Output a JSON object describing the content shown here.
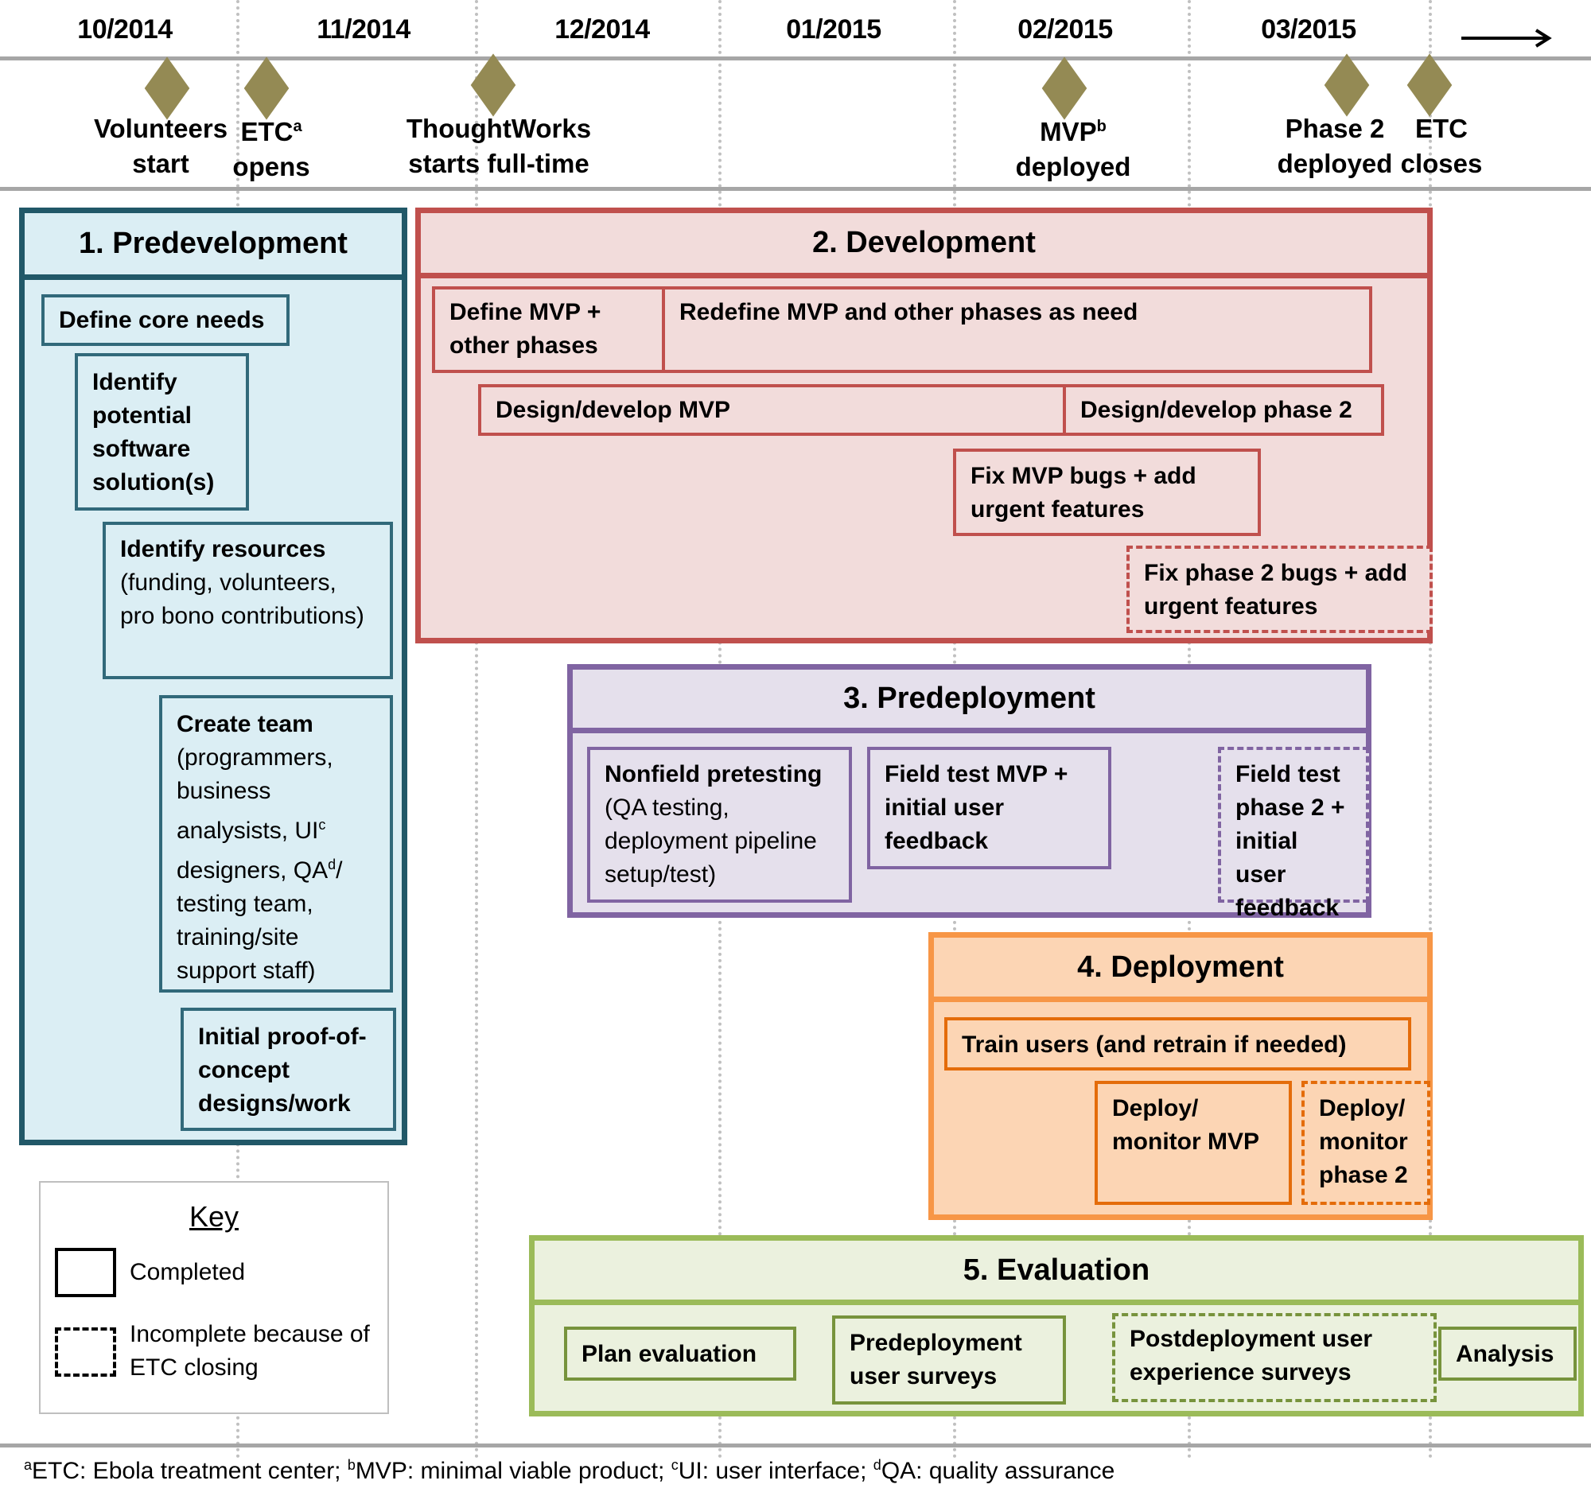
{
  "timeline": {
    "months": [
      "10/2014",
      "11/2014",
      "12/2014",
      "01/2015",
      "02/2015",
      "03/2015"
    ],
    "direction_icon": "right-arrow-icon",
    "milestones": [
      {
        "line1": "Volunteers",
        "line2": "start",
        "sup": ""
      },
      {
        "line1": "ETC",
        "line2": "opens",
        "sup": "a"
      },
      {
        "line1": "ThoughtWorks",
        "line2": "starts full-time",
        "sup": ""
      },
      {
        "line1": "MVP",
        "line2": "deployed",
        "sup": "b"
      },
      {
        "line1": "Phase 2",
        "line2": "deployed",
        "sup": ""
      },
      {
        "line1": "ETC",
        "line2": "closes",
        "sup": ""
      }
    ],
    "milestone_color": "#948a54"
  },
  "phases": {
    "predevelopment": {
      "title": "1. Predevelopment",
      "color": "#215868",
      "tasks": [
        {
          "bold": "Define core needs",
          "normal": "",
          "status": "completed"
        },
        {
          "bold": "Identify potential software solution(s)",
          "normal": "",
          "status": "completed"
        },
        {
          "bold": "Identify resources",
          "normal": "(funding, volunteers, pro bono contributions)",
          "status": "completed"
        },
        {
          "bold": "Create team",
          "normal_a": "(programmers, business analysists, UI",
          "sup_c": "c",
          "normal_b": " designers, QA",
          "sup_d": "d",
          "normal_c": "/ testing team, training/site support staff)",
          "status": "completed"
        },
        {
          "bold": "Initial proof-of-concept designs/work",
          "normal": "",
          "status": "completed"
        }
      ]
    },
    "development": {
      "title": "2. Development",
      "color": "#c0504d",
      "tasks": [
        {
          "label": "Define MVP + other phases",
          "status": "completed"
        },
        {
          "label": "Redefine MVP and other phases as need",
          "status": "completed"
        },
        {
          "label": "Design/develop MVP",
          "status": "completed"
        },
        {
          "label": "Design/develop phase 2",
          "status": "completed"
        },
        {
          "label": "Fix MVP bugs + add urgent features",
          "status": "completed"
        },
        {
          "label": "Fix phase 2 bugs + add urgent features",
          "status": "incomplete"
        }
      ]
    },
    "predeployment": {
      "title": "3. Predeployment",
      "color": "#8064a2",
      "tasks": [
        {
          "bold": "Nonfield pretesting",
          "normal": "(QA testing, deployment pipeline setup/test)",
          "status": "completed"
        },
        {
          "bold": "Field test MVP + initial user feedback",
          "normal": "",
          "status": "completed"
        },
        {
          "bold": "Field test phase 2 + initial user feedback",
          "normal": "",
          "status": "incomplete"
        }
      ]
    },
    "deployment": {
      "title": "4. Deployment",
      "color": "#f79646",
      "tasks": [
        {
          "label": "Train users (and retrain if needed)",
          "status": "completed"
        },
        {
          "label": "Deploy/ monitor MVP",
          "status": "completed"
        },
        {
          "label": "Deploy/ monitor phase 2",
          "status": "incomplete"
        }
      ]
    },
    "evaluation": {
      "title": "5. Evaluation",
      "color": "#9bbb59",
      "tasks": [
        {
          "label": "Plan evaluation",
          "status": "completed"
        },
        {
          "label": "Predeployment user surveys",
          "status": "completed"
        },
        {
          "label": "Postdeployment user experience surveys",
          "status": "incomplete"
        },
        {
          "label": "Analysis",
          "status": "completed"
        }
      ]
    }
  },
  "key": {
    "title": "Key",
    "completed": "Completed",
    "incomplete": "Incomplete because of ETC closing"
  },
  "footnote": {
    "a_sup": "a",
    "a_text": "ETC: Ebola treatment center; ",
    "b_sup": "b",
    "b_text": "MVP: minimal viable product; ",
    "c_sup": "c",
    "c_text": "UI: user interface; ",
    "d_sup": "d",
    "d_text": "QA: quality assurance"
  }
}
